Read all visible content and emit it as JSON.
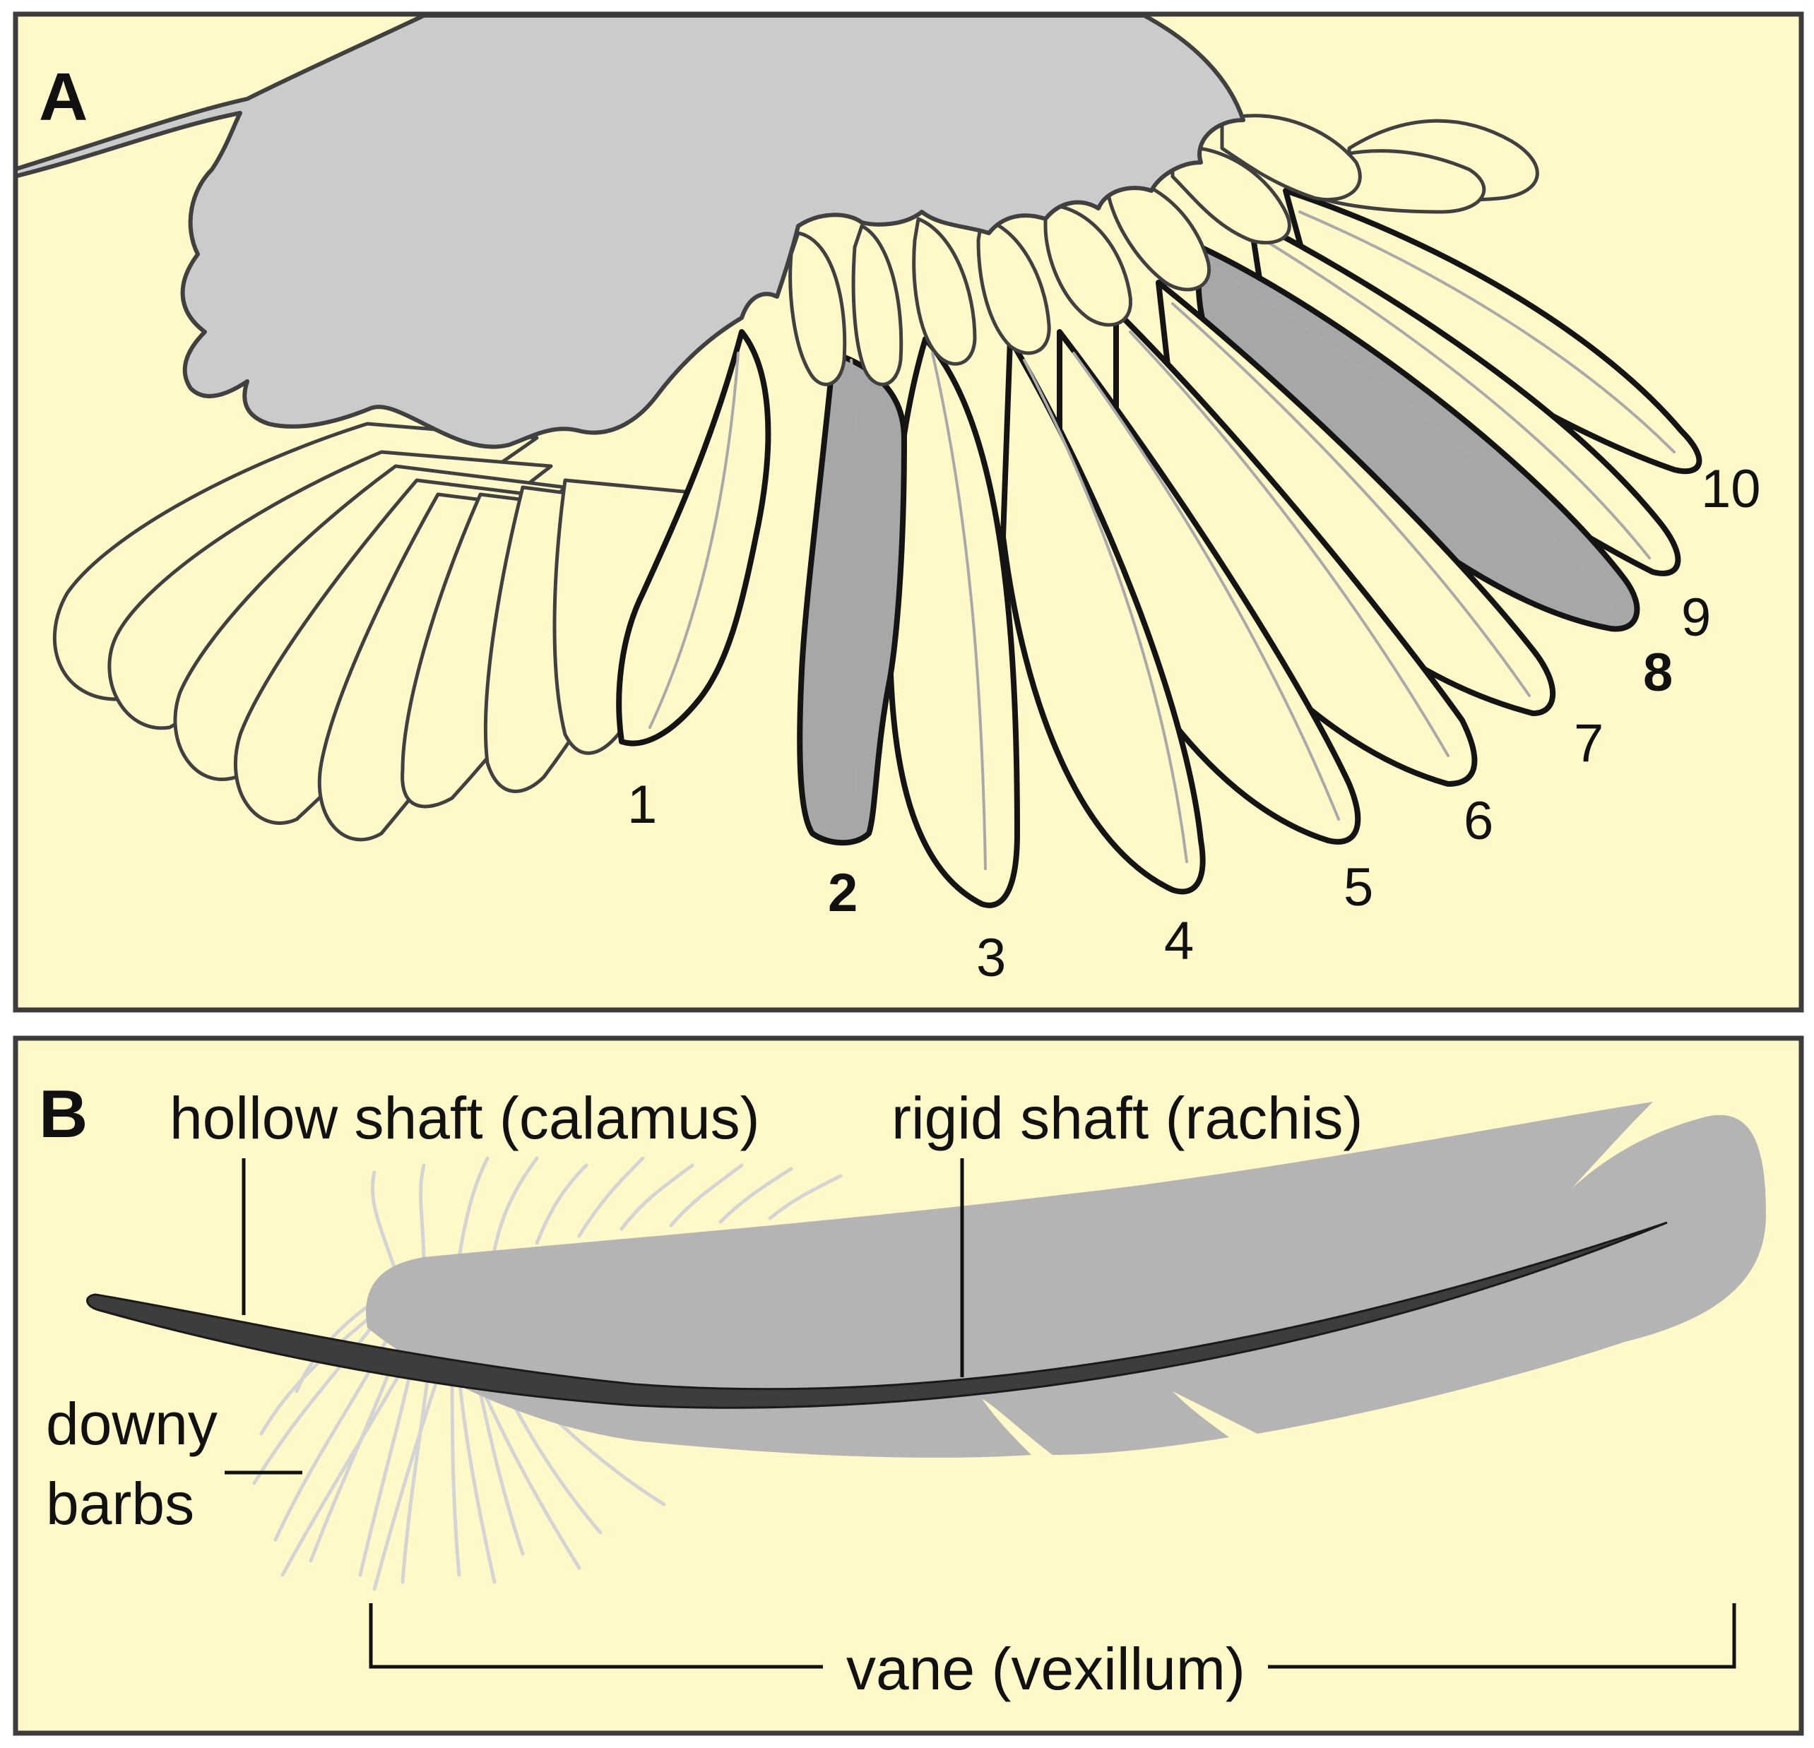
{
  "panels": {
    "a": {
      "letter": "A",
      "primary_numbers": [
        "1",
        "2",
        "3",
        "4",
        "5",
        "6",
        "7",
        "8",
        "9",
        "10"
      ],
      "highlighted_primaries": [
        "2",
        "8"
      ]
    },
    "b": {
      "letter": "B",
      "labels": {
        "calamus": "hollow shaft (calamus)",
        "rachis": "rigid shaft (rachis)",
        "downy_line1": "downy",
        "downy_line2": "barbs",
        "vane": "vane (vexillum)"
      }
    }
  },
  "colors": {
    "background": "#fff8c8",
    "wing_gray": "#cbcbcb",
    "highlight_gray": "#a7a7a7",
    "feather_gray": "#b4b4b4",
    "downy_gray": "#d4d4d4",
    "shaft_dark": "#3d3d3d"
  }
}
